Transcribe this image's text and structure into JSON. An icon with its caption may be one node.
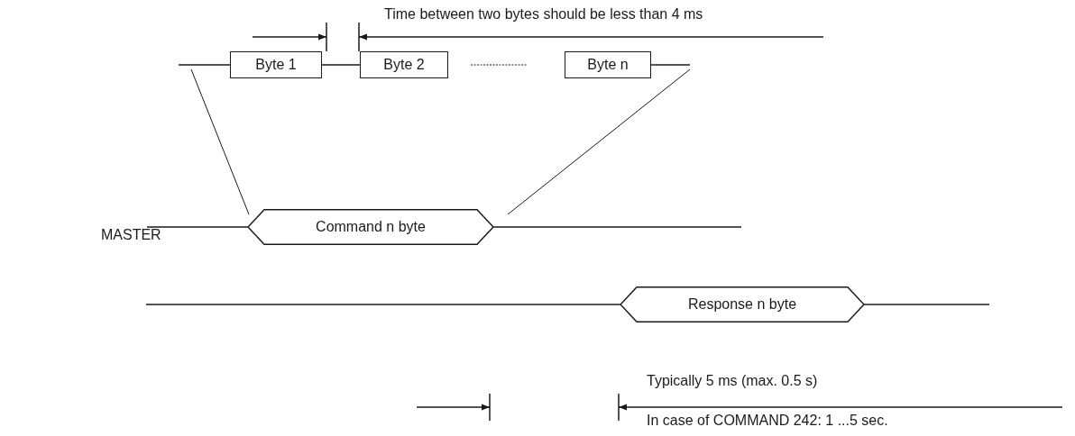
{
  "diagram": {
    "nodes": [
      {
        "text": [
          "Byte 1"
        ]
      },
      {
        "text": [
          "Byte 2"
        ]
      },
      {
        "text": [
          "Byte n"
        ]
      },
      {
        "text": [
          "Command n byte"
        ]
      },
      {
        "text": [
          "Response n byte"
        ]
      }
    ],
    "edges": [
      {
        "from": 0,
        "to": 1,
        "arrow": "none"
      },
      {
        "from": 1,
        "to": 2,
        "arrow": "none",
        "style": "dashed"
      }
    ],
    "labels": [
      "Time between two bytes should be less than 4 ms",
      "MASTER",
      "Typically 5 ms (max. 0.5 s)",
      "In case of COMMAND 242: 1 ...5 sec."
    ]
  }
}
